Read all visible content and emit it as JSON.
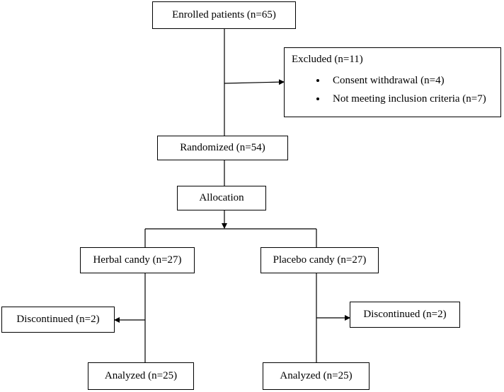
{
  "flowchart": {
    "enrolled": "Enrolled patients (n=65)",
    "excluded": {
      "title": "Excluded (n=11)",
      "reasons": [
        "Consent withdrawal (n=4)",
        "Not meeting inclusion criteria (n=7)"
      ]
    },
    "randomized": "Randomized (n=54)",
    "allocation": "Allocation",
    "herbal": {
      "group": "Herbal candy (n=27)",
      "discontinued": "Discontinued (n=2)",
      "analyzed": "Analyzed (n=25)"
    },
    "placebo": {
      "group": "Placebo candy (n=27)",
      "discontinued": "Discontinued (n=2)",
      "analyzed": "Analyzed (n=25)"
    }
  }
}
